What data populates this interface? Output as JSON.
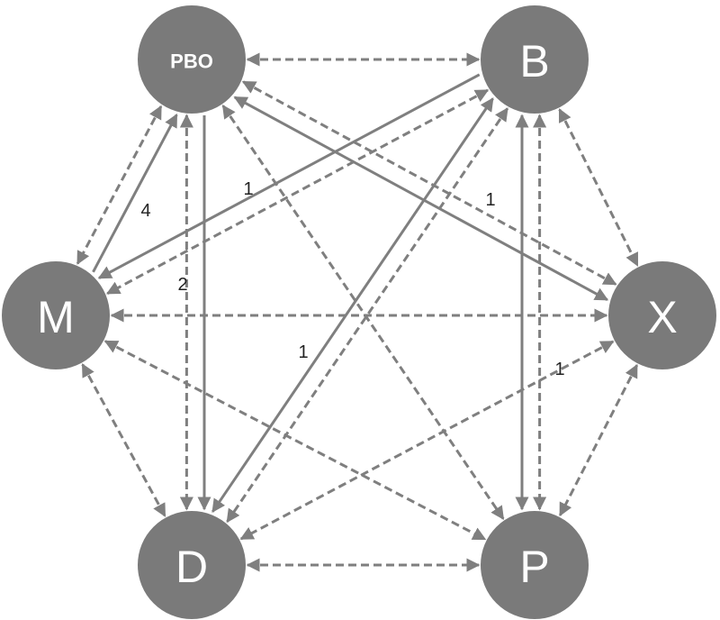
{
  "nodes": [
    {
      "id": "PBO",
      "label": "PBO"
    },
    {
      "id": "B",
      "label": "B"
    },
    {
      "id": "M",
      "label": "M"
    },
    {
      "id": "X",
      "label": "X"
    },
    {
      "id": "D",
      "label": "D"
    },
    {
      "id": "P",
      "label": "P"
    }
  ],
  "edges": [
    {
      "from": "PBO",
      "to": "B",
      "style": "dashed",
      "heads": "both"
    },
    {
      "from": "PBO",
      "to": "M",
      "style": "dashed",
      "heads": "both"
    },
    {
      "from": "PBO",
      "to": "D",
      "style": "dashed",
      "heads": "both"
    },
    {
      "from": "PBO",
      "to": "X",
      "style": "dashed",
      "heads": "both"
    },
    {
      "from": "PBO",
      "to": "P",
      "style": "dashed",
      "heads": "both"
    },
    {
      "from": "B",
      "to": "M",
      "style": "dashed",
      "heads": "both"
    },
    {
      "from": "B",
      "to": "X",
      "style": "dashed",
      "heads": "both"
    },
    {
      "from": "B",
      "to": "D",
      "style": "dashed",
      "heads": "both"
    },
    {
      "from": "B",
      "to": "P",
      "style": "dashed",
      "heads": "both"
    },
    {
      "from": "M",
      "to": "X",
      "style": "dashed",
      "heads": "both"
    },
    {
      "from": "M",
      "to": "D",
      "style": "dashed",
      "heads": "both"
    },
    {
      "from": "M",
      "to": "P",
      "style": "dashed",
      "heads": "both"
    },
    {
      "from": "X",
      "to": "D",
      "style": "dashed",
      "heads": "both"
    },
    {
      "from": "X",
      "to": "P",
      "style": "dashed",
      "heads": "both"
    },
    {
      "from": "D",
      "to": "P",
      "style": "dashed",
      "heads": "both"
    },
    {
      "from": "M",
      "to": "PBO",
      "style": "solid",
      "heads": "end",
      "weight": "4"
    },
    {
      "from": "B",
      "to": "M",
      "style": "solid",
      "heads": "end",
      "weight": "1"
    },
    {
      "from": "PBO",
      "to": "D",
      "style": "solid",
      "heads": "end",
      "weight": "2"
    },
    {
      "from": "PBO",
      "to": "X",
      "style": "solid",
      "heads": "both",
      "weight": "1"
    },
    {
      "from": "B",
      "to": "D",
      "style": "solid",
      "heads": "both",
      "weight": "1"
    },
    {
      "from": "B",
      "to": "P",
      "style": "solid",
      "heads": "both",
      "weight": "1"
    }
  ],
  "colors": {
    "node_fill": "#7a7a7a",
    "edge": "#7f7f7f",
    "label": "#ffffff",
    "weight_text": "#222222"
  }
}
